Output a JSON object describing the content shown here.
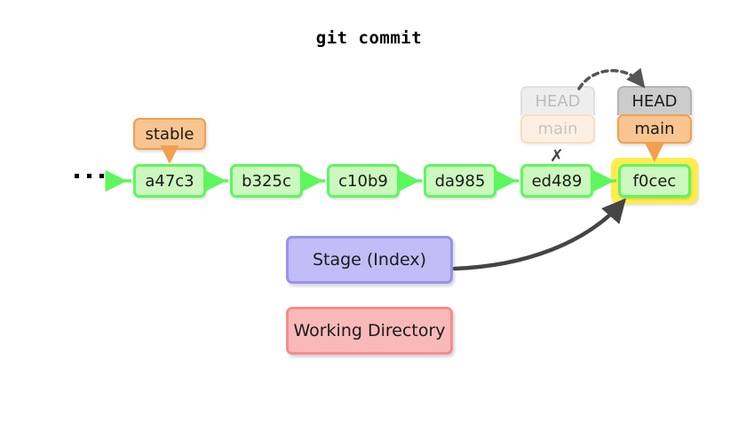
{
  "title": "git commit",
  "background_color": "#ffffff",
  "colors": {
    "commit_fill": "#ccf8c0",
    "commit_border": "#5df75d",
    "highlight": "#ffed4e",
    "branch_fill": "#f8c590",
    "branch_border": "#f0a050",
    "head_fill": "#cccccc",
    "head_border": "#b3b3b3",
    "stage_fill": "#c2bdf6",
    "stage_border": "#9a92ef",
    "workdir_fill": "#f9b9b9",
    "workdir_border": "#f58d8d",
    "arrow_dark": "#454545",
    "ghost_text": "#bdbdbd"
  },
  "history": {
    "ellipsis": "…",
    "commits": [
      {
        "id": "a47c3",
        "highlighted": false
      },
      {
        "id": "b325c",
        "highlighted": false
      },
      {
        "id": "c10b9",
        "highlighted": false
      },
      {
        "id": "da985",
        "highlighted": false
      },
      {
        "id": "ed489",
        "highlighted": false
      },
      {
        "id": "f0cec",
        "highlighted": true
      }
    ]
  },
  "tags": {
    "stable": "stable"
  },
  "refs": {
    "old": {
      "head": "HEAD",
      "branch": "main",
      "state": "faded",
      "marker": "✗"
    },
    "new": {
      "head": "HEAD",
      "branch": "main",
      "state": "active"
    }
  },
  "areas": {
    "stage": "Stage (Index)",
    "working_directory": "Working Directory"
  }
}
